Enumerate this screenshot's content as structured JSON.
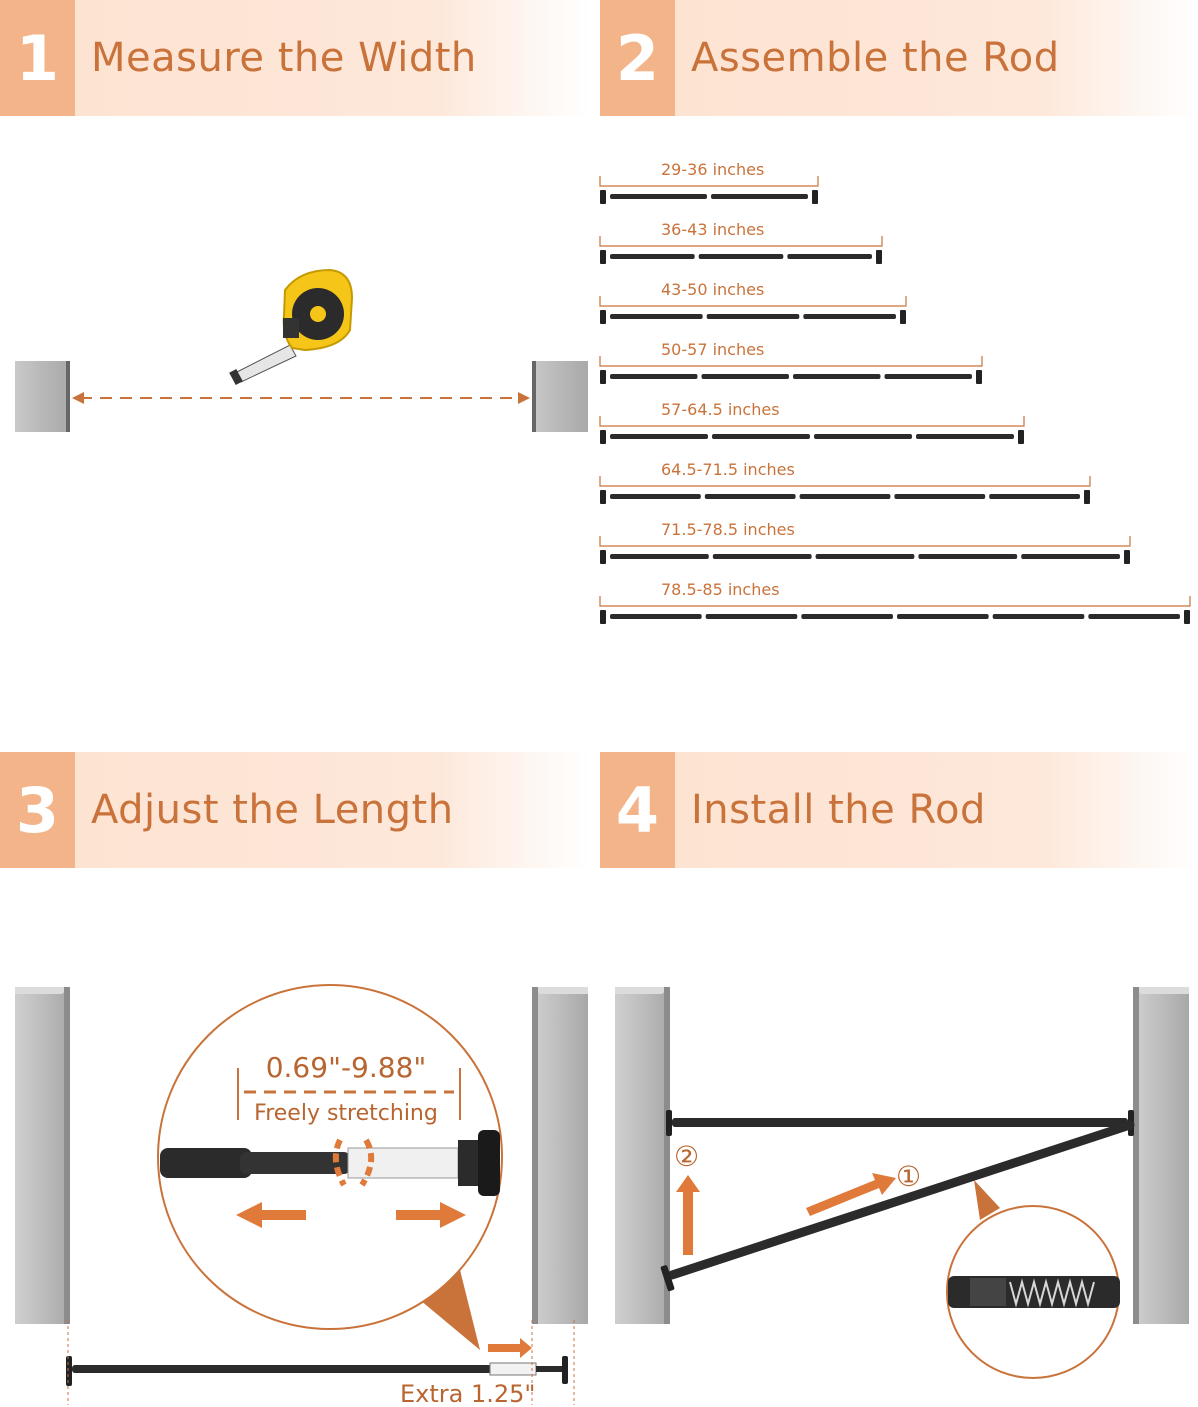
{
  "steps": [
    {
      "number": "1",
      "title": "Measure the Width"
    },
    {
      "number": "2",
      "title": "Assemble the Rod"
    },
    {
      "number": "3",
      "title": "Adjust the Length"
    },
    {
      "number": "4",
      "title": "Install the Rod"
    }
  ],
  "assemble": {
    "sizes": [
      {
        "label": "29-36 inches",
        "segments": 2
      },
      {
        "label": "36-43 inches",
        "segments": 3
      },
      {
        "label": "43-50 inches",
        "segments": 3
      },
      {
        "label": "50-57 inches",
        "segments": 4
      },
      {
        "label": "57-64.5 inches",
        "segments": 4
      },
      {
        "label": "64.5-71.5 inches",
        "segments": 5
      },
      {
        "label": "71.5-78.5 inches",
        "segments": 5
      },
      {
        "label": "78.5-85 inches",
        "segments": 6
      }
    ]
  },
  "adjust": {
    "range": "0.69\"-9.88\"",
    "stretch": "Freely stretching",
    "extra": "Extra 1.25\""
  },
  "install": {
    "step_one": "①",
    "step_two": "②"
  },
  "colors": {
    "accent": "#c9733b",
    "number_bg": "#f3b48a",
    "band_bg": "#fde3d2",
    "wall": "#bdbdbd",
    "rod": "#2b2b2b",
    "arrow": "#e07a3a"
  }
}
